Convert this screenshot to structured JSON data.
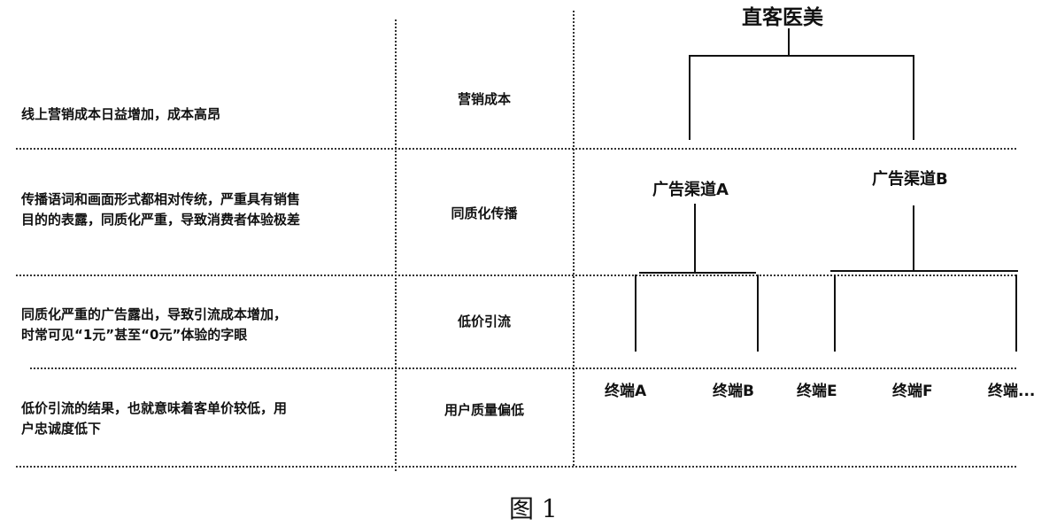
{
  "rows": [
    {
      "description": "线上营销成本日益增加，成本高昂",
      "category": "营销成本"
    },
    {
      "description_lines": [
        "传播语词和画面形式都相对传统，严重具有销售",
        "目的的表露，同质化严重，导致消费者体验极差"
      ],
      "category": "同质化传播"
    },
    {
      "description_lines": [
        "同质化严重的广告露出，导致引流成本增加，",
        "时常可见“1元”甚至“0元”体验的字眼"
      ],
      "category": "低价引流"
    },
    {
      "description_lines": [
        "低价引流的结果，也就意味着客单价较低，用",
        "户忠诚度低下"
      ],
      "category": "用户质量偏低"
    }
  ],
  "tree": {
    "root": "直客医美",
    "channels": [
      "广告渠道A",
      "广告渠道B"
    ],
    "terminals": [
      "终端A",
      "终端B",
      "终端E",
      "终端F",
      "终端..."
    ]
  },
  "caption": "图 1"
}
